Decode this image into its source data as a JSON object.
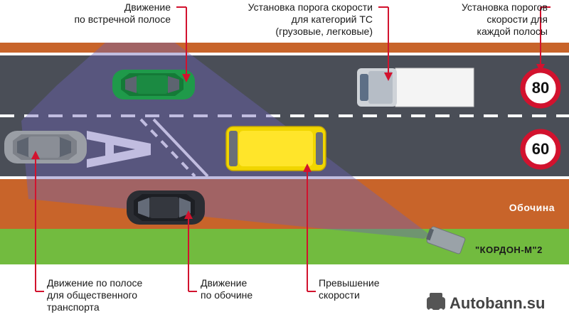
{
  "callouts": {
    "oncoming": [
      "Движение",
      "по встречной полосе"
    ],
    "threshold_category": [
      "Установка порога скорости",
      "для категорий ТС",
      "(грузовые, легковые)"
    ],
    "threshold_lane": [
      "Установка порогов",
      "скорости для",
      "каждой полосы"
    ],
    "bus_lane": [
      "Движение по полосе",
      "для общественного",
      "транспорта"
    ],
    "shoulder_driving": [
      "Движение",
      "по обочине"
    ],
    "speeding": [
      "Превышение",
      "скорости"
    ]
  },
  "road": {
    "shoulder_label": "Обочина",
    "lane_marking_letter": "A"
  },
  "signs": {
    "upper_limit": "80",
    "lower_limit": "60"
  },
  "camera": {
    "label": "\"КОРДОН-М\"2"
  },
  "watermark": {
    "text": "Autobann.su"
  },
  "colors": {
    "callout_line": "#d2122e",
    "shoulder": "#c8642a",
    "asphalt": "#4a4e57",
    "grass": "#72bb3f",
    "camera_beam": "#6b62b5",
    "sign_ring": "#d2122e"
  }
}
